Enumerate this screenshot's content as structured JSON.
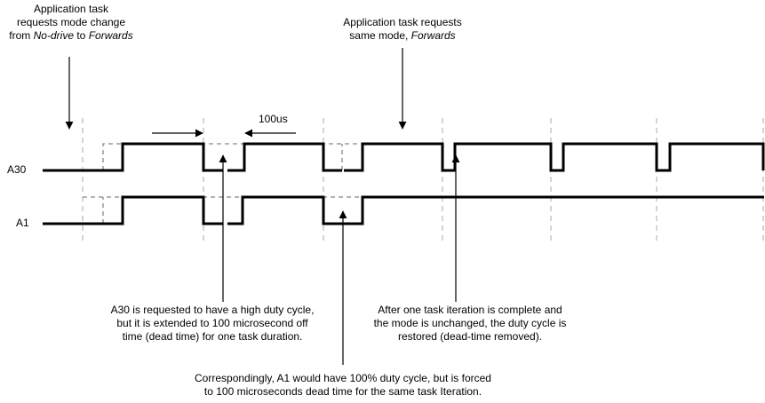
{
  "annotations": {
    "top_left": {
      "line1": "Application task",
      "line2": "requests mode change",
      "line3_pre": "from ",
      "line3_italic1": "No-drive",
      "line3_mid": " to ",
      "line3_italic2": "Forwards"
    },
    "top_right": {
      "line1": "Application task requests",
      "line2_pre": "same mode, ",
      "line2_italic": "Forwards"
    },
    "bottom_left": {
      "line1": "A30 is requested to have a high duty cycle,",
      "line2": "but it is extended to 100 microsecond off",
      "line3": "time (dead time) for one task duration."
    },
    "bottom_right": {
      "line1": "After one task iteration is complete and",
      "line2": "the mode is unchanged, the duty cycle is",
      "line3": "restored (dead-time removed)."
    },
    "bottom_center": {
      "line1": "Correspondingly, A1 would have 100% duty cycle, but is forced",
      "line2": "to 100 microseconds dead time for the same task Iteration."
    }
  },
  "signals": {
    "a30": "A30",
    "a1": "A1"
  },
  "dead_time_label": "100us",
  "colors": {
    "signal": "#000000",
    "requested": "#888888",
    "grid": "#aaaaaa"
  }
}
